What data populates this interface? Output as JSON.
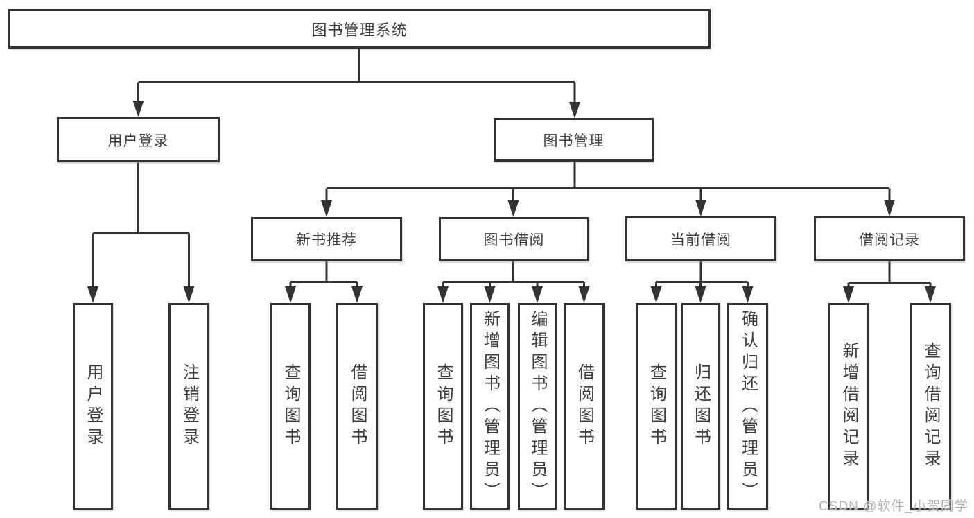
{
  "diagram": {
    "type": "hierarchy-flowchart",
    "colors": {
      "box_border": "#333333",
      "text": "#3d3d3d",
      "connector": "#333333",
      "watermark_text": "#b3b3b3",
      "background": "#ffffff"
    },
    "nodes": {
      "root": {
        "label": "图书管理系统",
        "level": 0,
        "parent": null
      },
      "user_login": {
        "label": "用户登录",
        "level": 1,
        "parent": "root"
      },
      "book_mgmt": {
        "label": "图书管理",
        "level": 1,
        "parent": "root"
      },
      "new_books": {
        "label": "新书推荐",
        "level": 2,
        "parent": "book_mgmt"
      },
      "book_borrow": {
        "label": "图书借阅",
        "level": 2,
        "parent": "book_mgmt"
      },
      "current_borrow": {
        "label": "当前借阅",
        "level": 2,
        "parent": "book_mgmt"
      },
      "borrow_records": {
        "label": "借阅记录",
        "level": 2,
        "parent": "book_mgmt"
      },
      "leaf_user_login": {
        "label": "用户登录",
        "level": 3,
        "parent": "user_login"
      },
      "leaf_logout": {
        "label": "注销登录",
        "level": 3,
        "parent": "user_login"
      },
      "leaf_query_books_1": {
        "label": "查询图书",
        "level": 3,
        "parent": "new_books"
      },
      "leaf_borrow_books_1": {
        "label": "借阅图书",
        "level": 3,
        "parent": "new_books"
      },
      "leaf_query_books_2": {
        "label": "查询图书",
        "level": 3,
        "parent": "book_borrow"
      },
      "leaf_add_book": {
        "label": "新增图书（管理员）",
        "level": 3,
        "parent": "book_borrow"
      },
      "leaf_edit_book": {
        "label": "编辑图书（管理员）",
        "level": 3,
        "parent": "book_borrow"
      },
      "leaf_borrow_books_2": {
        "label": "借阅图书",
        "level": 3,
        "parent": "book_borrow"
      },
      "leaf_query_books_3": {
        "label": "查询图书",
        "level": 3,
        "parent": "current_borrow"
      },
      "leaf_return_book": {
        "label": "归还图书",
        "level": 3,
        "parent": "current_borrow"
      },
      "leaf_confirm_return": {
        "label": "确认归还（管理员）",
        "level": 3,
        "parent": "current_borrow"
      },
      "leaf_add_record": {
        "label": "新增借阅记录",
        "level": 3,
        "parent": "borrow_records"
      },
      "leaf_query_record": {
        "label": "查询借阅记录",
        "level": 3,
        "parent": "borrow_records"
      }
    },
    "watermark": "CSDN @软件_小贺同学"
  }
}
